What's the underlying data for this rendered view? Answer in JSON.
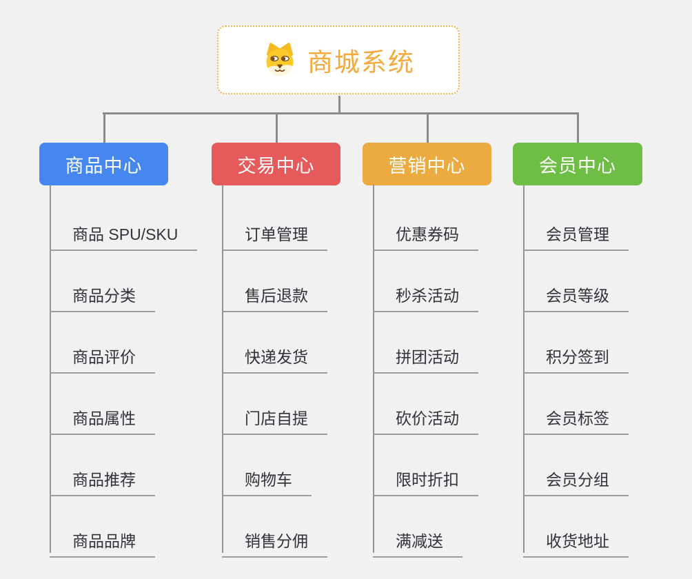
{
  "root": {
    "title": "商城系统",
    "title_color": "#f5a93c",
    "border_color": "#f2ae44",
    "icon": "dog-face-icon"
  },
  "colors": {
    "background": "#f1f1f2",
    "connector": "#8b8b8b",
    "child_text": "#32323a",
    "underline": "#9b9b9b"
  },
  "branches": [
    {
      "label": "商品中心",
      "color": "#4687ef",
      "children": [
        "商品 SPU/SKU",
        "商品分类",
        "商品评价",
        "商品属性",
        "商品推荐",
        "商品品牌"
      ]
    },
    {
      "label": "交易中心",
      "color": "#e55a5b",
      "children": [
        "订单管理",
        "售后退款",
        "快递发货",
        "门店自提",
        "购物车",
        "销售分佣"
      ]
    },
    {
      "label": "营销中心",
      "color": "#ecab41",
      "children": [
        "优惠券码",
        "秒杀活动",
        "拼团活动",
        "砍价活动",
        "限时折扣",
        "满减送"
      ]
    },
    {
      "label": "会员中心",
      "color": "#6ebd44",
      "children": [
        "会员管理",
        "会员等级",
        "积分签到",
        "会员标签",
        "会员分组",
        "收货地址"
      ]
    }
  ]
}
